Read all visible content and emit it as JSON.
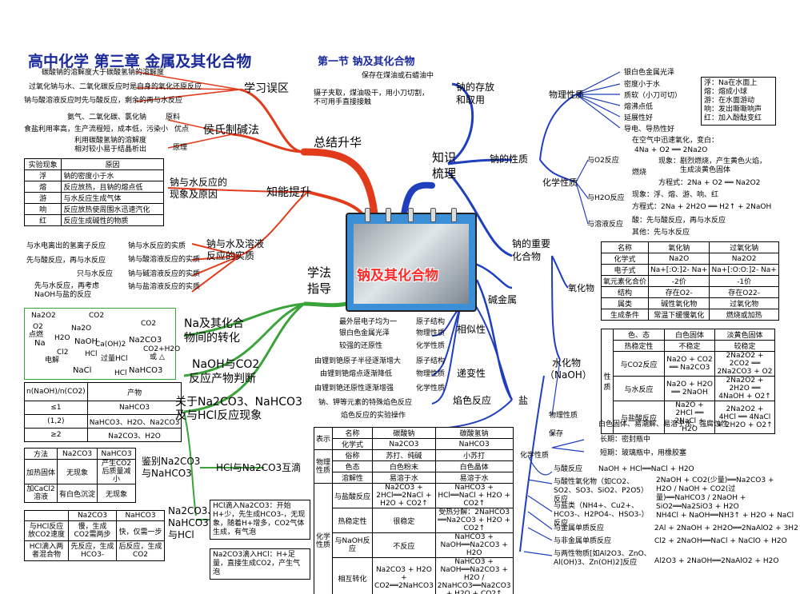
{
  "header": {
    "main_title": "高中化学   第三章   金属及其化合物",
    "section_title": "第一节   钠及其化合物"
  },
  "center": {
    "label": "钠及其化合物"
  },
  "colors": {
    "blue": "#1f3fbf",
    "red": "#e23b1b",
    "green": "#3aa33a",
    "title": "#1a2a9a"
  },
  "left_top": {
    "branch": "总结升华",
    "mistakes": {
      "title": "学习误区",
      "items": [
        "碳酸钠的溶解度大于碳酸氢钠的溶解度",
        "过氧化钠与水、二氧化碳反应时是自身的氧化还原反应",
        "钠与酸溶液反应时先与酸反应，剩余的再与水反应"
      ]
    },
    "hou": {
      "title": "侯氏制碱法",
      "raw_lines": [
        "氨气、二氧化碳、氯化钠",
        "食盐利用率高，生产流程短，成本低，污染小"
      ],
      "raw": "原料",
      "adv": "优点",
      "principle_lines": [
        "利用碳酸氢钠的溶解度",
        "相对较小易于结晶析出"
      ],
      "principle": "原理"
    },
    "improve": "知能提升",
    "phenomena": {
      "title_lines": [
        "钠与水反应的",
        "现象及原因"
      ],
      "head": [
        "实验现象",
        "原因"
      ],
      "rows": [
        [
          "浮",
          "钠的密度小于水"
        ],
        [
          "熔",
          "反应放热，且钠的熔点低"
        ],
        [
          "游",
          "与水反应生成气体"
        ],
        [
          "响",
          "反应放热使周围水迅速汽化"
        ],
        [
          "红",
          "反应生成碱性的物质"
        ]
      ]
    },
    "essence": {
      "title_lines": [
        "钠与水及溶液",
        "反应的实质"
      ],
      "items": [
        "钠与水反应的实质",
        "钠与酸溶液反应的实质",
        "钠与碱溶液反应的实质",
        "钠与盐溶液反应的实质"
      ],
      "notes": [
        "与水电离出的氢离子反应",
        "先与酸反应，再与水反应",
        "只与水反应",
        "先与水反应，再考虑",
        "NaOH与盐的反应"
      ]
    }
  },
  "left_bottom": {
    "branch_lines": [
      "学法",
      "指导"
    ],
    "conversion": {
      "title_lines": [
        "Na及其化合",
        "物间的转化"
      ],
      "labels": [
        "Na2O2",
        "O2",
        "点燃",
        "CO2",
        "Na2O",
        "H2O",
        "NaOH",
        "Na",
        "Cl2",
        "HCl",
        "电解",
        "NaCl",
        "Ca(OH)2",
        "Na2CO3",
        "过量HCl",
        "CO2+H2O",
        "或",
        "△",
        "HCl",
        "NaHCO3",
        "CO2"
      ]
    },
    "naoh_co2": {
      "title_lines": [
        "NaOH与CO2",
        "反应产物判断"
      ],
      "head": [
        "n(NaOH)/n(CO2)",
        "产物"
      ],
      "rows": [
        [
          "≤1",
          "NaHCO3"
        ],
        [
          "(1,2)",
          "NaHCO3、H2O、Na2CO3"
        ],
        [
          "≥2",
          "Na2CO3、H2O"
        ]
      ]
    },
    "hcl_title_lines": [
      "关于Na2CO3、NaHCO3",
      "及与HCl反应现象"
    ],
    "distinguish": {
      "title_lines": [
        "鉴别Na2CO3",
        "与NaHCO3"
      ],
      "head": [
        "方法",
        "Na2CO3",
        "NaHCO3"
      ],
      "rows": [
        [
          "加热固体",
          "无现象",
          "产生CO2后质量减小"
        ],
        [
          "加CaCl2溶液",
          "有白色沉淀",
          "无现象"
        ]
      ]
    },
    "drip": {
      "title": "HCl与Na2CO3互滴",
      "note1": "HCl滴入Na2CO3：开始H+少，先生成HCO3-，无现象，随着H+增多，CO2气体生成，有气泡",
      "note2": "Na2CO3滴入HCl：H+足量，直接生成CO2，产生气泡"
    },
    "compare": {
      "title_lines": [
        "Na2CO3、",
        "NaHCO3",
        "与HCl"
      ],
      "head": [
        "",
        "Na2CO3",
        "NaHCO3"
      ],
      "rows": [
        [
          "与HCl反应放CO2速度",
          "慢，生成CO2需两步",
          "快，仅需一步"
        ],
        [
          "HCl滴入两者混合物",
          "先反应，生成HCO3-",
          "后反应，生成CO2"
        ]
      ]
    }
  },
  "right_top": {
    "branch_lines": [
      "知识",
      "梳理"
    ],
    "storage": {
      "title_lines": [
        "钠的存放",
        "和取用"
      ],
      "note1": "保存在煤油或石蜡油中",
      "note2_lines": [
        "镊子夹取，煤油吸干，用小刀切割，",
        "不可用手直接接触"
      ]
    },
    "properties": {
      "title": "钠的性质",
      "physical": {
        "title": "物理性质",
        "items": [
          "银白色金属光泽",
          "密度小于水",
          "质软（小刀可切）",
          "熔沸点低",
          "延展性好",
          "导电、导热性好"
        ],
        "memo": [
          "浮：Na在水面上",
          "熔：熔成小球",
          "游：在水面游动",
          "响：发出嘶嘶响声",
          "红：加入酚酞变红"
        ]
      },
      "chemical": {
        "title": "化学性质",
        "o2": {
          "label": "与O2反应",
          "lines": [
            "在空气中迅速氧化，变白：",
            "4Na + O2 ══ 2Na2O",
            "现象：剧烈燃烧，产生黄色火焰，",
            "生成淡黄色固体",
            "燃烧",
            "方程式：2Na + O2 ══ Na2O2"
          ]
        },
        "h2o": {
          "label": "与H2O反应",
          "lines": [
            "现象：浮、熔、游、响、红",
            "方程式：2Na + 2H2O ══ H2↑ + 2NaOH"
          ]
        },
        "sol": {
          "label": "与溶液反应",
          "lines": [
            "酸：先与酸反应，再与水反应",
            "其他：先与水反应"
          ]
        }
      }
    }
  },
  "right_mid": {
    "compounds": {
      "title_lines": [
        "钠的重要",
        "化合物"
      ]
    },
    "oxides": {
      "title": "氧化物",
      "head": [
        "名称",
        "氧化钠",
        "过氧化钠"
      ],
      "rows": [
        [
          "化学式",
          "Na2O",
          "Na2O2"
        ],
        [
          "电子式",
          "Na+[:O:]2- Na+",
          "Na+[:O:O:]2- Na+"
        ],
        [
          "氧元素化合价",
          "-2价",
          "-1价"
        ],
        [
          "结构",
          "存在O2-",
          "存在O22-"
        ],
        [
          "属类",
          "碱性氧化物",
          "过氧化物"
        ],
        [
          "生成条件",
          "常温下缓慢氧化",
          "燃烧或加热"
        ]
      ]
    },
    "oxides_sub": {
      "nature": "性质",
      "rows": [
        [
          "色、态",
          "白色固体",
          "淡黄色固体"
        ],
        [
          "热稳定性",
          "不稳定",
          "较稳定"
        ],
        [
          "与CO2反应",
          "Na2O + CO2 ══ Na2CO3",
          "2Na2O2 + 2CO2 ══ 2Na2CO3 + O2"
        ],
        [
          "与水反应",
          "Na2O + H2O ══ 2NaOH",
          "2Na2O2 + 2H2O ══ 4NaOH + O2↑"
        ],
        [
          "与盐酸反应",
          "Na2O + 2HCl ══ 2NaCl + H2O",
          "2Na2O2 + 4HCl ══ 4NaCl + 2H2O + O2↑"
        ]
      ]
    },
    "alkali_metal": "碱金属",
    "similar": {
      "title": "相似性",
      "items": [
        "原子结构",
        "物理性质",
        "化学性质"
      ],
      "notes": [
        "最外层电子均为一",
        "银白色金属光泽",
        "较强的还原性"
      ]
    },
    "gradual": {
      "title": "递变性",
      "items": [
        "原子结构",
        "物理性质",
        "化学性质"
      ],
      "notes": [
        "由锂到铯原子半径逐渐增大",
        "由锂到铯熔点逐渐降低",
        "由锂到铯还原性逐渐增强"
      ]
    },
    "flame": {
      "title": "焰色反应",
      "items": [
        "钠、钾等元素的特殊焰色反应",
        "焰色反应的实验操作"
      ]
    },
    "salt": "盐"
  },
  "right_bottom": {
    "naoh": {
      "title_lines": [
        "水化物",
        "（NaOH）"
      ],
      "phys_title": "物理性质",
      "phys": "白色固体、易潮解、易溶于水、强腐蚀性",
      "storage_title": "保存",
      "storage_items": [
        "长期：密封瓶中",
        "短期：玻璃瓶中，用橡胶塞"
      ],
      "chem_title": "化学性质",
      "rxns": [
        {
          "label": "与酸反应",
          "eq": "NaOH + HCl══NaCl + H2O"
        },
        {
          "label": "与酸性氧化物（如CO2、SO2、SO3、SiO2、P2O5）反应",
          "eq": "2NaOH + CO2(少量)══Na2CO3 + H2O / NaOH + CO2(过量)══NaHCO3 / 2NaOH + SiO2══Na2SiO3 + H2O"
        },
        {
          "label": "与盐类（NH4+、Cu2+、HCO3-、H2PO4-、HSO3-）反应",
          "eq": "NH4Cl + NaOH══NH3↑ + H2O + NaCl"
        },
        {
          "label": "与金属单质反应",
          "eq": "2Al + 2NaOH + 2H2O══2NaAlO2 + 3H2↑"
        },
        {
          "label": "与非金属单质反应",
          "eq": "Cl2 + 2NaOH══NaCl + NaClO + H2O"
        },
        {
          "label": "与两性物质[如Al2O3、ZnO、Al(OH)3、Zn(OH)2]反应",
          "eq": "Al2O3 + 2NaOH══2NaAlO2 + H2O"
        }
      ]
    },
    "salt_table": {
      "head": [
        "",
        "名称",
        "碳酸钠",
        "碳酸氢钠"
      ],
      "rep": "表示",
      "phys": "物理性质",
      "chem": "化学性质",
      "rows": [
        [
          "化学式",
          "Na2CO3",
          "NaHCO3"
        ],
        [
          "俗称",
          "苏打、纯碱",
          "小苏打"
        ],
        [
          "色态",
          "白色粉末",
          "白色晶体"
        ],
        [
          "溶解性",
          "易溶于水",
          "易溶于水"
        ]
      ],
      "chem_rows": [
        [
          "与盐酸反应",
          "Na2CO3 + 2HCl══2NaCl + H2O + CO2↑",
          "NaHCO3 + HCl══NaCl + H2O + CO2↑"
        ],
        [
          "热稳定性",
          "很稳定",
          "受热分解：2NaHCO3 ══Na2CO3 + H2O + CO2↑"
        ],
        [
          "与NaOH反应",
          "不反应",
          "NaHCO3 + NaOH══Na2CO3 + H2O"
        ],
        [
          "相互转化",
          "Na2CO3 + H2O + CO2══2NaHCO3",
          "NaHCO3 + NaOH══Na2CO3 + H2O / 2NaHCO3══Na2CO3 + H2O + CO2↑"
        ]
      ]
    }
  }
}
